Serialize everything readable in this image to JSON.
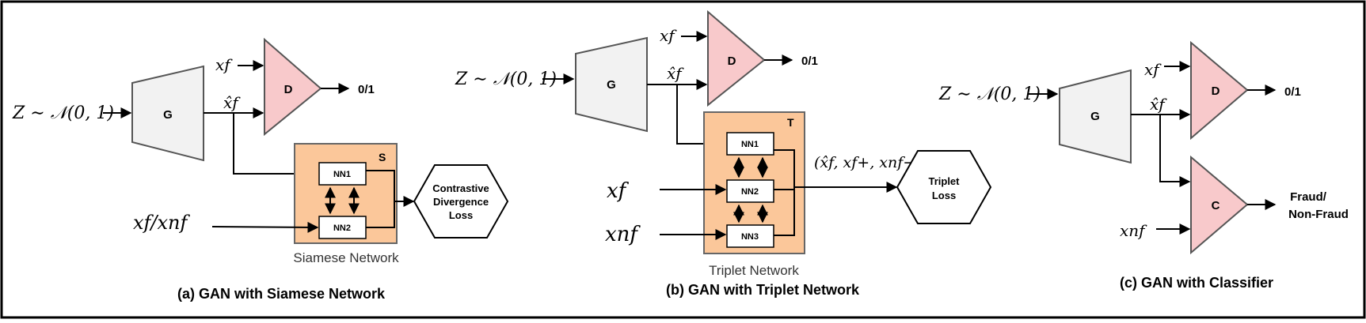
{
  "panel_a": {
    "caption": "(a) GAN with Siamese Network",
    "noise": "Z ∼ 𝒩(0, 1)",
    "generator": "G",
    "discriminator": "D",
    "d_output": "0/1",
    "x_f": "xf",
    "x_hat_f": "x̂f",
    "input_pair": "xf/xnf",
    "siamese_box_label": "S",
    "nn1": "NN1",
    "nn2": "NN2",
    "siamese_caption": "Siamese Network",
    "loss_lines": [
      "Contrastive",
      "Divergence",
      "Loss"
    ]
  },
  "panel_b": {
    "caption": "(b) GAN with Triplet Network",
    "noise": "Z ∼ 𝒩(0, 1)",
    "generator": "G",
    "discriminator": "D",
    "d_output": "0/1",
    "x_f": "xf",
    "x_hat_f": "x̂f",
    "x_f_input": "xf",
    "x_nf_input": "xnf",
    "triplet_box_label": "T",
    "nn1": "NN1",
    "nn2": "NN2",
    "nn3": "NN3",
    "triplet_caption": "Triplet Network",
    "triplet_tuple": "(x̂f, xf+, xnf−)",
    "loss_lines": [
      "Triplet",
      "Loss"
    ]
  },
  "panel_c": {
    "caption": "(c) GAN with Classifier",
    "noise": "Z ∼ 𝒩(0, 1)",
    "generator": "G",
    "discriminator": "D",
    "d_output": "0/1",
    "x_f": "xf",
    "x_hat_f": "x̂f",
    "classifier": "C",
    "x_nf_input": "xnf",
    "classifier_output_lines": [
      "Fraud/",
      "Non-Fraud"
    ]
  },
  "colors": {
    "generator_fill": "#f2f2f2",
    "discriminator_fill": "#f8c9cb",
    "network_box_fill": "#fbc79a",
    "stroke": "#333333"
  }
}
